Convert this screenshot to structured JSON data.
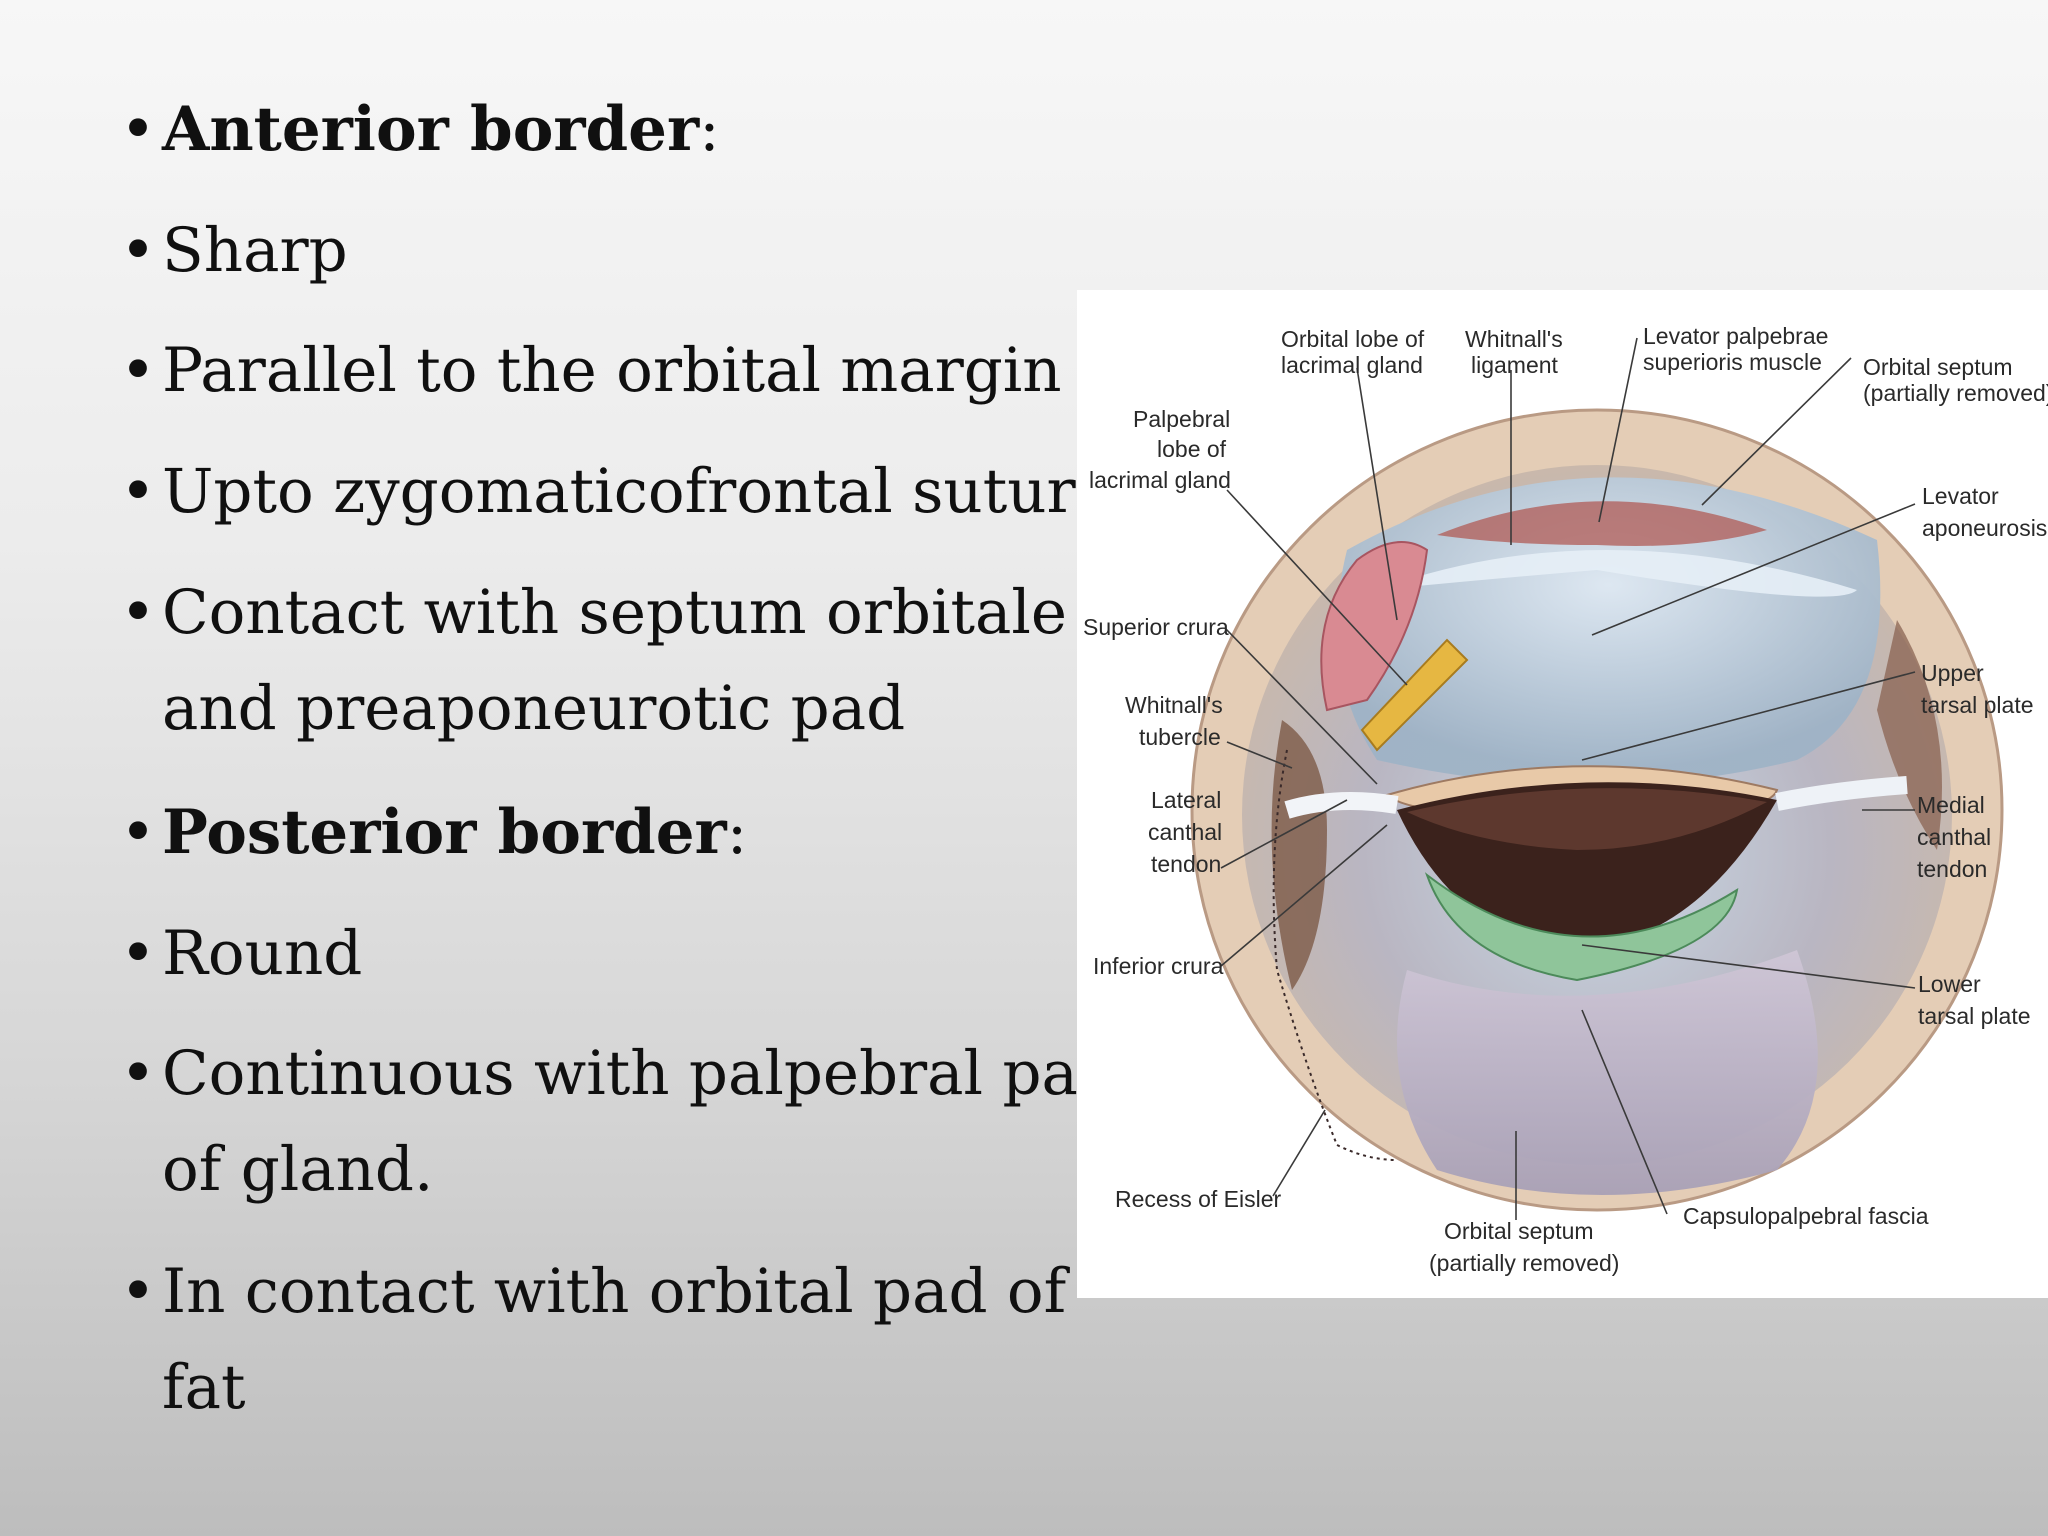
{
  "bullets": [
    {
      "bold": "Anterior border",
      "rest": ":"
    },
    {
      "text": "Sharp"
    },
    {
      "text": "Parallel to the orbital margin"
    },
    {
      "text": "Upto zygomaticofrontal suture"
    },
    {
      "line1": "Contact with septum orbitale",
      "line2": "and preaponeurotic pad"
    },
    {
      "bold": "Posterior border",
      "rest": ":"
    },
    {
      "text": "Round"
    },
    {
      "line1": "Continuous with palpebral part",
      "line2": "of gland."
    },
    {
      "line1": "In contact with orbital pad of",
      "line2": "fat"
    }
  ],
  "bullet_glyph": "•",
  "figure": {
    "labels": {
      "orbital_lobe_1": "Orbital lobe of",
      "orbital_lobe_2": "lacrimal gland",
      "whitnalls_lig_1": "Whitnall's",
      "whitnalls_lig_2": "ligament",
      "levator_muscle_1": "Levator palpebrae",
      "levator_muscle_2": "superioris muscle",
      "septum_top_1": "Orbital septum",
      "septum_top_2": "(partially removed)",
      "palpebral_lobe_1": "Palpebral",
      "palpebral_lobe_2": "lobe of",
      "palpebral_lobe_3": "lacrimal gland",
      "levator_apo_1": "Levator",
      "levator_apo_2": "aponeurosis",
      "superior_crura": "Superior crura",
      "whitnalls_tub_1": "Whitnall's",
      "whitnalls_tub_2": "tubercle",
      "upper_tarsal_1": "Upper",
      "upper_tarsal_2": "tarsal plate",
      "lateral_canthal_1": "Lateral",
      "lateral_canthal_2": "canthal",
      "lateral_canthal_3": "tendon",
      "medial_canthal_1": "Medial",
      "medial_canthal_2": "canthal",
      "medial_canthal_3": "tendon",
      "inferior_crura": "Inferior crura",
      "lower_tarsal_1": "Lower",
      "lower_tarsal_2": "tarsal plate",
      "recess_eisler": "Recess of Eisler",
      "septum_bottom_1": "Orbital septum",
      "septum_bottom_2": "(partially removed)",
      "capsulopalpebral": "Capsulopalpebral fascia"
    }
  }
}
